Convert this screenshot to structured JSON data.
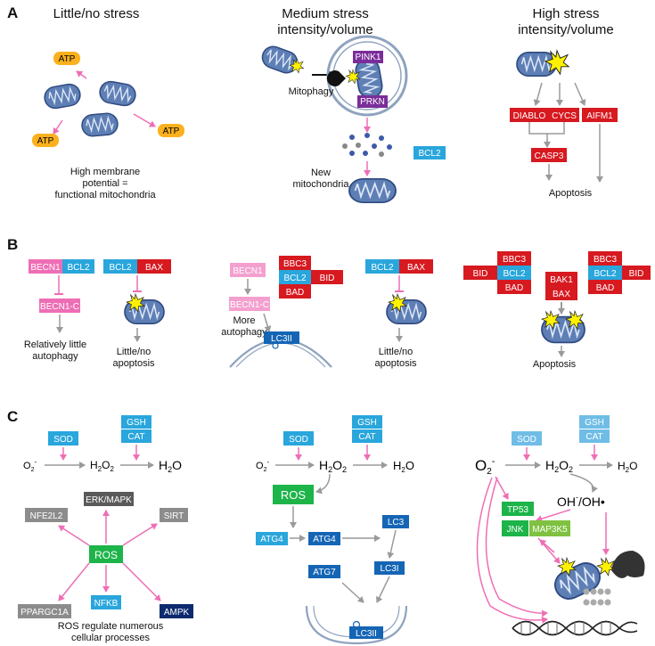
{
  "panel_labels": {
    "a": "A",
    "b": "B",
    "c": "C"
  },
  "headers": {
    "low": "Little/no stress",
    "medium_1": "Medium stress",
    "medium_2": "intensity/volume",
    "high_1": "High stress",
    "high_2": "intensity/volume"
  },
  "panel_a": {
    "atp": "ATP",
    "caption": [
      "High membrane",
      "potential =",
      "functional mitochondria"
    ],
    "pink1": "PINK1",
    "prkn": "PRKN",
    "mitophagy": "Mitophagy",
    "bcl2": "BCL2",
    "new_mito": [
      "New",
      "mitochondria"
    ],
    "diablo": "DIABLO",
    "cycs": "CYCS",
    "aifm1": "AIFM1",
    "casp3": "CASP3",
    "apoptosis": "Apoptosis"
  },
  "panel_b": {
    "becn1": "BECN1",
    "bcl2": "BCL2",
    "bax": "BAX",
    "becn1c": "BECN1-C",
    "bbc3": "BBC3",
    "bid": "BID",
    "bad": "BAD",
    "bak1": "BAK1",
    "lc3ii": "LC3II",
    "rel_little": [
      "Relatively little",
      "autophagy"
    ],
    "little_apop": [
      "Little/no",
      "apoptosis"
    ],
    "more_auto": [
      "More",
      "autophagy"
    ],
    "apoptosis": "Apoptosis"
  },
  "panel_c": {
    "sod": "SOD",
    "gsh": "GSH",
    "cat": "CAT",
    "o2": "O",
    "o2_sub": "2",
    "o2_sup": "-",
    "h2o2_h": "H",
    "h2o2_2a": "2",
    "h2o2_o": "O",
    "h2o2_2b": "2",
    "h2o_h": "H",
    "h2o_2": "2",
    "h2o_o": "O",
    "ros": "ROS",
    "erk": "ERK/MAPK",
    "nfe2l2": "NFE2L2",
    "sirt": "SIRT",
    "ppargc1a": "PPARGC1A",
    "nfkb": "NFKB",
    "ampk": "AMPK",
    "caption": [
      "ROS regulate numerous",
      "cellular processes"
    ],
    "atg4": "ATG4",
    "atg7": "ATG7",
    "lc3": "LC3",
    "lc3i": "LC3I",
    "lc3ii": "LC3II",
    "ohradical_a": "OH",
    "ohradical_b": "/OH•",
    "tp53": "TP53",
    "jnk": "JNK",
    "map3k5": "MAP3K5"
  },
  "colors": {
    "atp": "#fbb11d",
    "blue": "#29a6dc",
    "darkblue": "#1565b5",
    "navy": "#0d2a6e",
    "red": "#d71920",
    "pink": "#ee6eb5",
    "purple": "#7b2d9a",
    "green": "#1db44a",
    "lightgreen": "#7fc241",
    "grey": "#8c8c8c",
    "darkgrey": "#5a5a5a",
    "mito_fill": "#5e7fb5",
    "mito_stroke": "#2e4a80"
  }
}
